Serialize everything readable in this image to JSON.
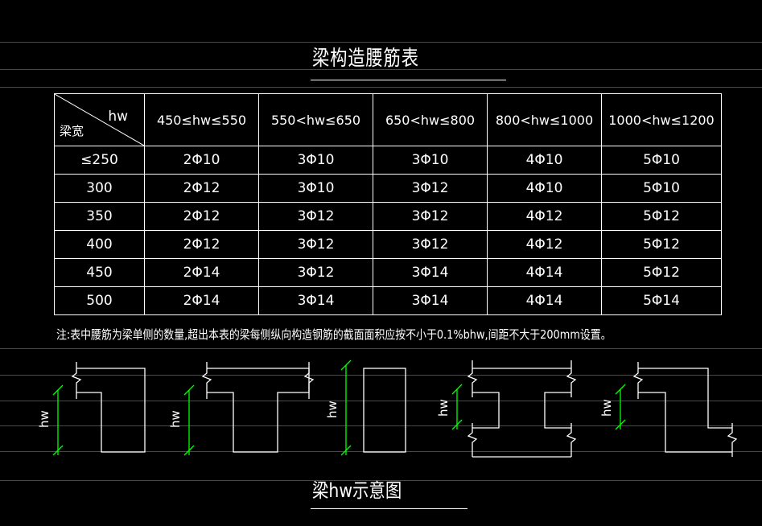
{
  "title": "梁构造腰筋表",
  "table": {
    "corner_hw": "hw",
    "corner_bw": "梁宽",
    "headers": [
      "450≤hw≤550",
      "550<hw≤650",
      "650<hw≤800",
      "800<hw≤1000",
      "1000<hw≤1200"
    ],
    "rows": [
      {
        "width": "≤250",
        "cells": [
          "2Φ10",
          "3Φ10",
          "3Φ10",
          "4Φ10",
          "5Φ10"
        ]
      },
      {
        "width": "300",
        "cells": [
          "2Φ12",
          "3Φ10",
          "3Φ12",
          "4Φ10",
          "5Φ10"
        ]
      },
      {
        "width": "350",
        "cells": [
          "2Φ12",
          "3Φ12",
          "3Φ12",
          "4Φ12",
          "5Φ12"
        ]
      },
      {
        "width": "400",
        "cells": [
          "2Φ12",
          "3Φ12",
          "3Φ12",
          "4Φ12",
          "5Φ12"
        ]
      },
      {
        "width": "450",
        "cells": [
          "2Φ14",
          "3Φ12",
          "3Φ14",
          "4Φ14",
          "5Φ12"
        ]
      },
      {
        "width": "500",
        "cells": [
          "2Φ14",
          "3Φ14",
          "3Φ14",
          "4Φ14",
          "5Φ14"
        ]
      }
    ]
  },
  "note": "注:表中腰筋为梁单侧的数量,超出本表的梁每侧纵向构造钢筋的截面面积应按不小于0.1%bhw,间距不大于200mm设置。",
  "diagram_label": "hw",
  "caption": "梁hw示意图",
  "colors": {
    "background": "#000000",
    "lines": "#ffffff",
    "dimension": "#00ff00",
    "guide": "#4a4a4a"
  }
}
